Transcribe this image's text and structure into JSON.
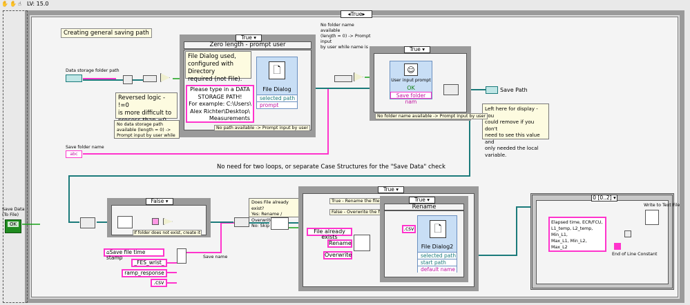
{
  "topbar": {
    "version": "LV: 15.0"
  },
  "outer_case": {
    "selector": "True"
  },
  "comments": {
    "general_path": "Creating general saving path",
    "no_folder_top": [
      "No folder name available",
      "(length = 0) -> Prompt input",
      "by user while name is"
    ],
    "reversed_logic": [
      "Reversed logic - !=0",
      "is more difficult to",
      "process than =0."
    ],
    "no_storage": [
      "No data storage path",
      "available (length = 0) ->",
      "Prompt input by user while"
    ],
    "left_for_display": [
      "Left here for display - you",
      "could remove if you don't",
      "need to see this value and",
      "only needed the local",
      "variable."
    ],
    "no_two_loops": "No need for two loops, or separate Case Structures for the \"Save Data\" check",
    "file_exists_q": [
      "Does File already exist?",
      "Yes: Rename / Overwrite",
      "No: Skip"
    ],
    "true_rename": "True - Rename the file",
    "false_overwrite": "False - Overwrite the file"
  },
  "case_zero": {
    "selector": "True",
    "title": "Zero length - prompt user",
    "note": [
      "File Dialog used,",
      "configured with Directory",
      "required (not File)."
    ],
    "prompt_text": [
      "Please type in a DATA",
      "STORAGE PATH!",
      "For example: C:\\Users\\",
      "Alex Richter\\Desktop\\",
      "Measurements"
    ],
    "dialog_label": "File Dialog",
    "terminals": [
      "selected path",
      "prompt"
    ],
    "footer": "No path available -> Prompt input by user"
  },
  "case_prompt": {
    "selector": "True",
    "node_label": "User input prompt",
    "ok": "OK",
    "field": "Save folder nam",
    "footer": "No folder name available -> Prompt input by user"
  },
  "controls": {
    "data_storage_path": "Data storage folder path",
    "save_folder_name": "Save folder name",
    "save_folder_const": "abc",
    "save_path": "Save Path",
    "save_data": [
      "Save Data",
      "(To File)"
    ],
    "save_data_bool": "OK",
    "save_name": "Save name"
  },
  "case_false": {
    "selector": "False",
    "note": "If folder does not exist, create it"
  },
  "case_true2": {
    "selector": "True"
  },
  "case_rename": {
    "selector": "True",
    "title": "Rename",
    "dialog_label": "File Dialog2",
    "terminals": [
      "selected path",
      "start path",
      "default name"
    ]
  },
  "consts": {
    "file_exists": "File already exists",
    "rename": "Rename",
    "overwrite": "Overwrite",
    "csv1": ".csv",
    "time_stamp": "Save file time stamp",
    "fes_wrist": "_FES_wrist_",
    "ramp_response": "ramp_response",
    "csv2": ".csv"
  },
  "seq": {
    "selector": "0 [0..2]",
    "header": [
      "Elapsed time, ECR/FCU,",
      "L1_temp, L2_temp, Min_L1,",
      "Max_L1, Min_L2, Max_L2"
    ],
    "write_label": "Write to Text File",
    "eol_label": "End of Line Constant"
  }
}
